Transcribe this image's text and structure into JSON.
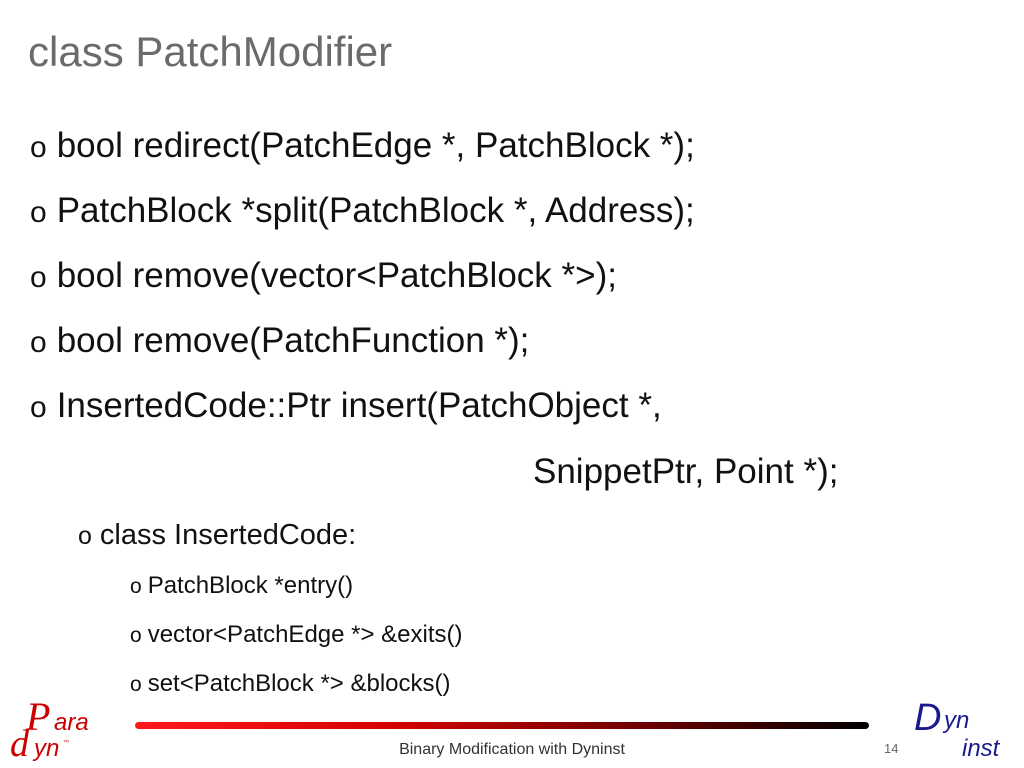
{
  "slide": {
    "title": "class PatchModifier",
    "bullets": [
      {
        "marker": "o",
        "text": "bool redirect(PatchEdge *, PatchBlock *);"
      },
      {
        "marker": "o",
        "text": "PatchBlock *split(PatchBlock *, Address);"
      },
      {
        "marker": "o",
        "text": "bool remove(vector<PatchBlock *>);"
      },
      {
        "marker": "o",
        "text": "bool remove(PatchFunction *);"
      },
      {
        "marker": "o",
        "text": "InsertedCode::Ptr insert(PatchObject *,"
      }
    ],
    "continuation": "SnippetPtr, Point *);",
    "sub_bullet": {
      "marker": "o",
      "text": "class InsertedCode:"
    },
    "sub_sub_bullets": [
      {
        "marker": "o",
        "text": "PatchBlock *entry()"
      },
      {
        "marker": "o",
        "text": "vector<PatchEdge *> &exits()"
      },
      {
        "marker": "o",
        "text": "set<PatchBlock *> &blocks()"
      }
    ]
  },
  "footer": {
    "text": "Binary Modification with Dyninst",
    "page_number": "14",
    "bar_colors": [
      "#ff1a1a",
      "#000000"
    ]
  },
  "logos": {
    "left": {
      "name": "paradyn-logo",
      "letters_top": "ara",
      "letters_bottom": "yn",
      "color": "#cc0000"
    },
    "right": {
      "name": "dyninst-logo",
      "letters_top": "yn",
      "letters_bottom": "inst",
      "color": "#1a1a8c"
    }
  }
}
